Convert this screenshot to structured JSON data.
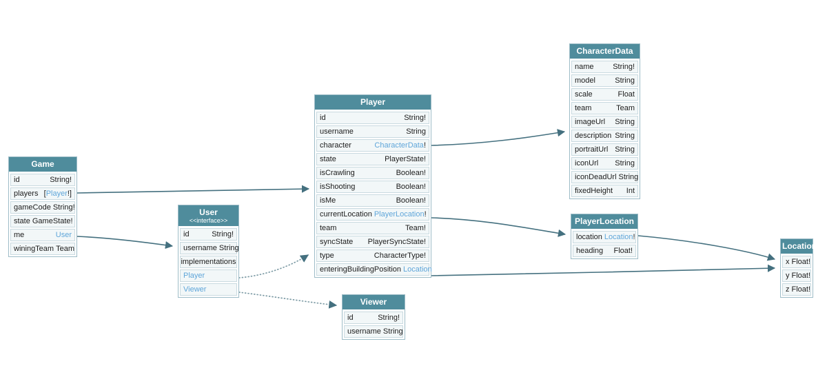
{
  "diagram": {
    "colors": {
      "background": "#ffffff",
      "header_bg": "#4f8c9c",
      "header_text": "#ffffff",
      "row_bg": "#f2f7f8",
      "row_border": "#c9dae0",
      "table_border": "#9dbcc7",
      "link": "#5ea5d9",
      "text": "#1b1b1b",
      "edge": "#44707f",
      "edge_dotted": "#7d9ba5"
    },
    "nodes": [
      {
        "id": "game",
        "title": "Game",
        "fields": [
          {
            "name": "id",
            "type": "String!"
          },
          {
            "name": "players",
            "type_prefix": "[",
            "type_link": "Player",
            "type_suffix": "!]"
          },
          {
            "name": "gameCode",
            "type": "String!"
          },
          {
            "name": "state",
            "type": "GameState!"
          },
          {
            "name": "me",
            "type_link": "User"
          },
          {
            "name": "winingTeam",
            "type": "Team"
          }
        ]
      },
      {
        "id": "user",
        "title": "User",
        "subtitle": "<<interface>>",
        "fields": [
          {
            "name": "id",
            "type": "String!"
          },
          {
            "name": "username",
            "type": "String"
          },
          {
            "kind": "label",
            "label": "implementations"
          },
          {
            "kind": "link",
            "label": "Player"
          },
          {
            "kind": "link",
            "label": "Viewer"
          }
        ]
      },
      {
        "id": "player",
        "title": "Player",
        "fields": [
          {
            "name": "id",
            "type": "String!"
          },
          {
            "name": "username",
            "type": "String"
          },
          {
            "name": "character",
            "type_link": "CharacterData",
            "type_suffix": "!"
          },
          {
            "name": "state",
            "type": "PlayerState!"
          },
          {
            "name": "isCrawling",
            "type": "Boolean!"
          },
          {
            "name": "isShooting",
            "type": "Boolean!"
          },
          {
            "name": "isMe",
            "type": "Boolean!"
          },
          {
            "name": "currentLocation",
            "type_link": "PlayerLocation",
            "type_suffix": "!"
          },
          {
            "name": "team",
            "type": "Team!"
          },
          {
            "name": "syncState",
            "type": "PlayerSyncState!"
          },
          {
            "name": "type",
            "type": "CharacterType!"
          },
          {
            "name": "enteringBuildingPosition",
            "type_link": "Location"
          }
        ]
      },
      {
        "id": "viewer",
        "title": "Viewer",
        "fields": [
          {
            "name": "id",
            "type": "String!"
          },
          {
            "name": "username",
            "type": "String"
          }
        ]
      },
      {
        "id": "characterData",
        "title": "CharacterData",
        "fields": [
          {
            "name": "name",
            "type": "String!"
          },
          {
            "name": "model",
            "type": "String"
          },
          {
            "name": "scale",
            "type": "Float"
          },
          {
            "name": "team",
            "type": "Team"
          },
          {
            "name": "imageUrl",
            "type": "String"
          },
          {
            "name": "description",
            "type": "String"
          },
          {
            "name": "portraitUrl",
            "type": "String"
          },
          {
            "name": "iconUrl",
            "type": "String"
          },
          {
            "name": "iconDeadUrl",
            "type": "String"
          },
          {
            "name": "fixedHeight",
            "type": "Int"
          }
        ]
      },
      {
        "id": "playerLocation",
        "title": "PlayerLocation",
        "fields": [
          {
            "name": "location",
            "type_link": "Location",
            "type_suffix": "!"
          },
          {
            "name": "heading",
            "type": "Float!"
          }
        ]
      },
      {
        "id": "location",
        "title": "Location",
        "fields": [
          {
            "name": "x",
            "type": "Float!"
          },
          {
            "name": "y",
            "type": "Float!"
          },
          {
            "name": "z",
            "type": "Float!"
          }
        ]
      }
    ],
    "edges": [
      {
        "from": "Game.players",
        "to": "Player",
        "style": "solid"
      },
      {
        "from": "Game.me",
        "to": "User",
        "style": "solid"
      },
      {
        "from": "Player.character",
        "to": "CharacterData",
        "style": "solid"
      },
      {
        "from": "Player.currentLocation",
        "to": "PlayerLocation",
        "style": "solid"
      },
      {
        "from": "Player.enteringBuildingPosition",
        "to": "Location",
        "style": "solid"
      },
      {
        "from": "PlayerLocation.location",
        "to": "Location",
        "style": "solid"
      },
      {
        "from": "User.Player",
        "to": "Player",
        "style": "dotted"
      },
      {
        "from": "User.Viewer",
        "to": "Viewer",
        "style": "dotted"
      }
    ]
  }
}
